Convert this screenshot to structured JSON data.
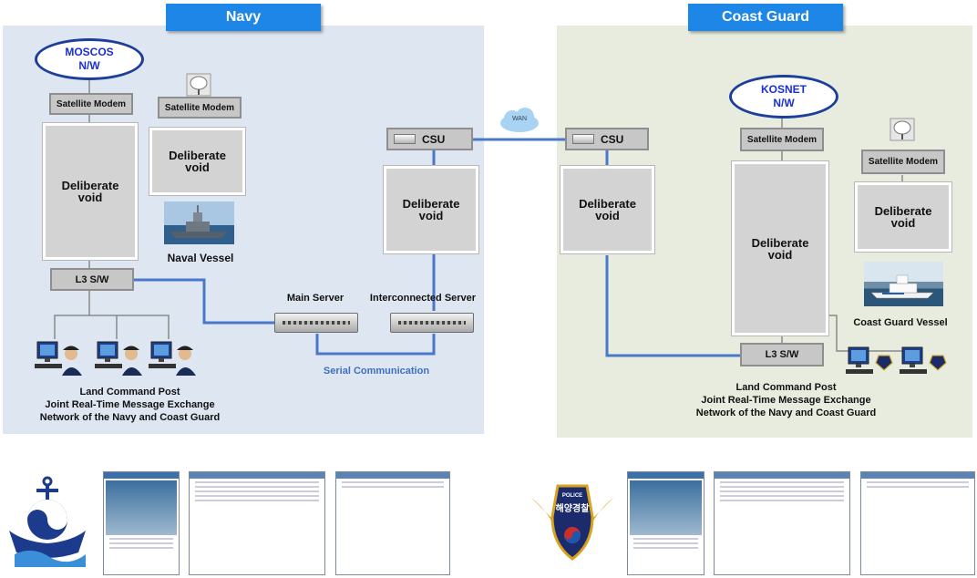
{
  "navy": {
    "title": "Navy",
    "network": "MOSCOS\nN/W",
    "sat_modem_1": "Satellite Modem",
    "sat_modem_2": "Satellite Modem",
    "void_1": "Deliberate\nvoid",
    "void_2": "Deliberate\nvoid",
    "vessel": "Naval Vessel",
    "switch": "L3 S/W",
    "land_post": "Land Command Post\nJoint Real-Time Message Exchange\nNetwork of the Navy and Coast Guard"
  },
  "center": {
    "csu": "CSU",
    "void": "Deliberate\nvoid",
    "main_server": "Main Server",
    "interconnected_server": "Interconnected Server",
    "serial": "Serial Communication",
    "wan": "WAN"
  },
  "coast_guard": {
    "title": "Coast Guard",
    "network": "KOSNET\nN/W",
    "csu": "CSU",
    "sat_modem_1": "Satellite Modem",
    "sat_modem_2": "Satellite Modem",
    "void_1": "Deliberate\nvoid",
    "void_2": "Deliberate\nvoid",
    "void_3": "Deliberate\nvoid",
    "vessel": "Coast Guard Vessel",
    "switch": "L3 S/W",
    "land_post": "Land Command Post\nJoint Real-Time Message Exchange\nNetwork of the Navy and Coast Guard"
  },
  "emblem": {
    "police_top": "POLICE",
    "police_main": "해양경찰"
  },
  "colors": {
    "title_blue": "#1e86e6",
    "navy_panel": "#dde6f1",
    "cg_panel": "#e7ecdf",
    "link_blue": "#4a78c9",
    "gray_line": "#8a8a8a"
  }
}
